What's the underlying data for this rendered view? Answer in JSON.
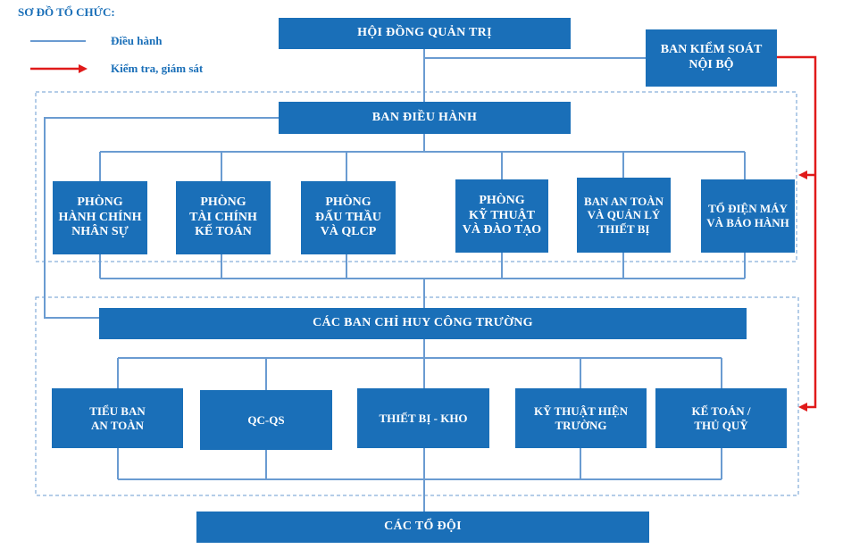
{
  "title": "SƠ ĐỒ TỔ CHỨC:",
  "legend": {
    "operate": "Điều hành",
    "inspect": "Kiểm tra, giám sát"
  },
  "colors": {
    "box": "#1a6fb8",
    "line": "#6a9bd1",
    "dashed": "#6a9bd1",
    "arrow": "#e01a1a"
  },
  "nodes": {
    "board": "HỘI ĐỒNG QUẢN TRỊ",
    "control": "BAN KIỂM SOÁT\nNỘI BỘ",
    "executive": "BAN  ĐIỀU  HÀNH",
    "dept_hr": "PHÒNG\nHÀNH CHÍNH\nNHÂN SỰ",
    "dept_fin": "PHÒNG\nTÀI CHÍNH\nKẾ TOÁN",
    "dept_bid": "PHÒNG\nĐẤU THẦU\nVÀ QLCP",
    "dept_tech": "PHÒNG\nKỸ THUẬT\nVÀ ĐÀO TẠO",
    "dept_safety": "BAN AN TOÀN\nVÀ QUẢN LÝ\nTHIẾT BỊ",
    "dept_elec": "TỔ ĐIỆN MÁY\nVÀ BẢO HÀNH",
    "site": "CÁC BAN CHỈ HUY CÔNG TRƯỜNG",
    "sub_safety": "TIỂU BAN\nAN TOÀN",
    "sub_qc": "QC-QS",
    "sub_equip": "THIẾT BỊ - KHO",
    "sub_tech": "KỸ THUẬT HIỆN\nTRƯỜNG",
    "sub_acc": "KẾ TOÁN /\nTHỦ QUỸ",
    "teams": "CÁC TỔ ĐỘI"
  }
}
